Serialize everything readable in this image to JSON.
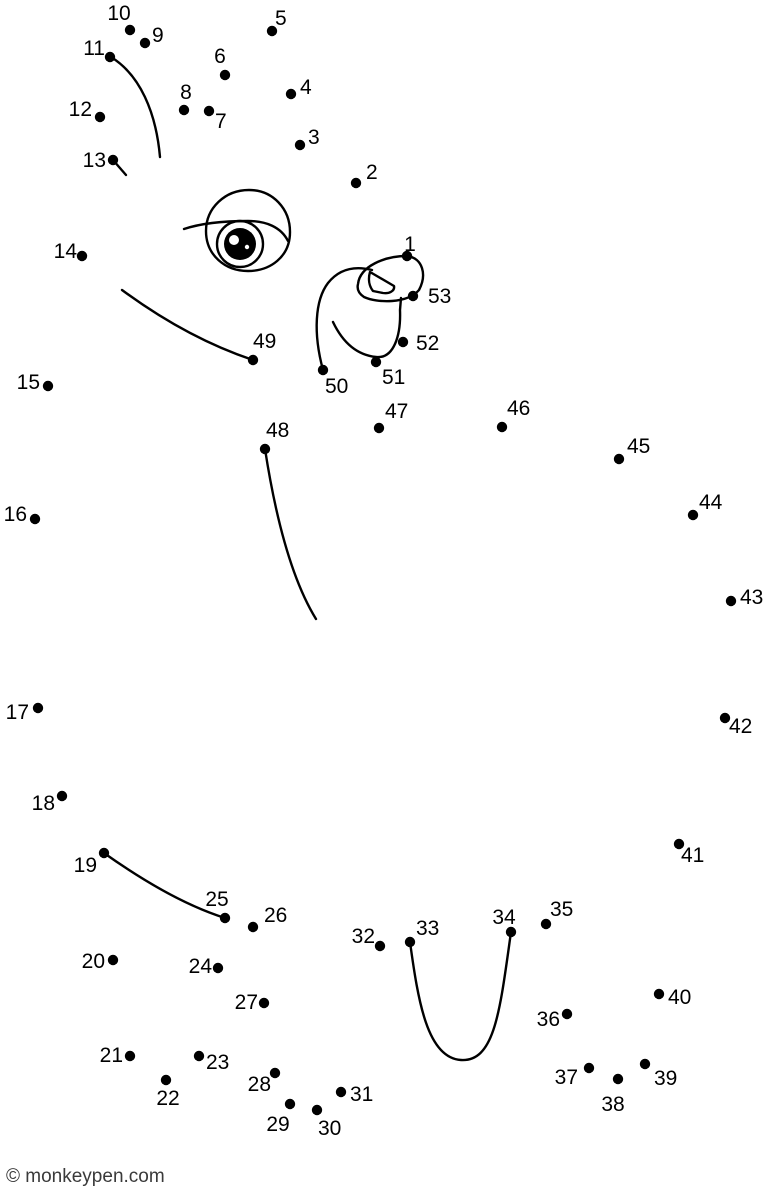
{
  "dots": [
    {
      "n": "1"
    },
    {
      "n": "2"
    },
    {
      "n": "3"
    },
    {
      "n": "4"
    },
    {
      "n": "5"
    },
    {
      "n": "6"
    },
    {
      "n": "7"
    },
    {
      "n": "8"
    },
    {
      "n": "9"
    },
    {
      "n": "10"
    },
    {
      "n": "11"
    },
    {
      "n": "12"
    },
    {
      "n": "13"
    },
    {
      "n": "14"
    },
    {
      "n": "15"
    },
    {
      "n": "16"
    },
    {
      "n": "17"
    },
    {
      "n": "18"
    },
    {
      "n": "19"
    },
    {
      "n": "20"
    },
    {
      "n": "21"
    },
    {
      "n": "22"
    },
    {
      "n": "23"
    },
    {
      "n": "24"
    },
    {
      "n": "25"
    },
    {
      "n": "26"
    },
    {
      "n": "27"
    },
    {
      "n": "28"
    },
    {
      "n": "29"
    },
    {
      "n": "30"
    },
    {
      "n": "31"
    },
    {
      "n": "32"
    },
    {
      "n": "33"
    },
    {
      "n": "34"
    },
    {
      "n": "35"
    },
    {
      "n": "36"
    },
    {
      "n": "37"
    },
    {
      "n": "38"
    },
    {
      "n": "39"
    },
    {
      "n": "40"
    },
    {
      "n": "41"
    },
    {
      "n": "42"
    },
    {
      "n": "43"
    },
    {
      "n": "44"
    },
    {
      "n": "45"
    },
    {
      "n": "46"
    },
    {
      "n": "47"
    },
    {
      "n": "48"
    },
    {
      "n": "49"
    },
    {
      "n": "50"
    },
    {
      "n": "51"
    },
    {
      "n": "52"
    },
    {
      "n": "53"
    }
  ],
  "footer": {
    "credit": "© monkeypen.com"
  },
  "colors": {
    "ink": "#000000",
    "paper": "#ffffff",
    "credit": "#3a3a3a"
  }
}
